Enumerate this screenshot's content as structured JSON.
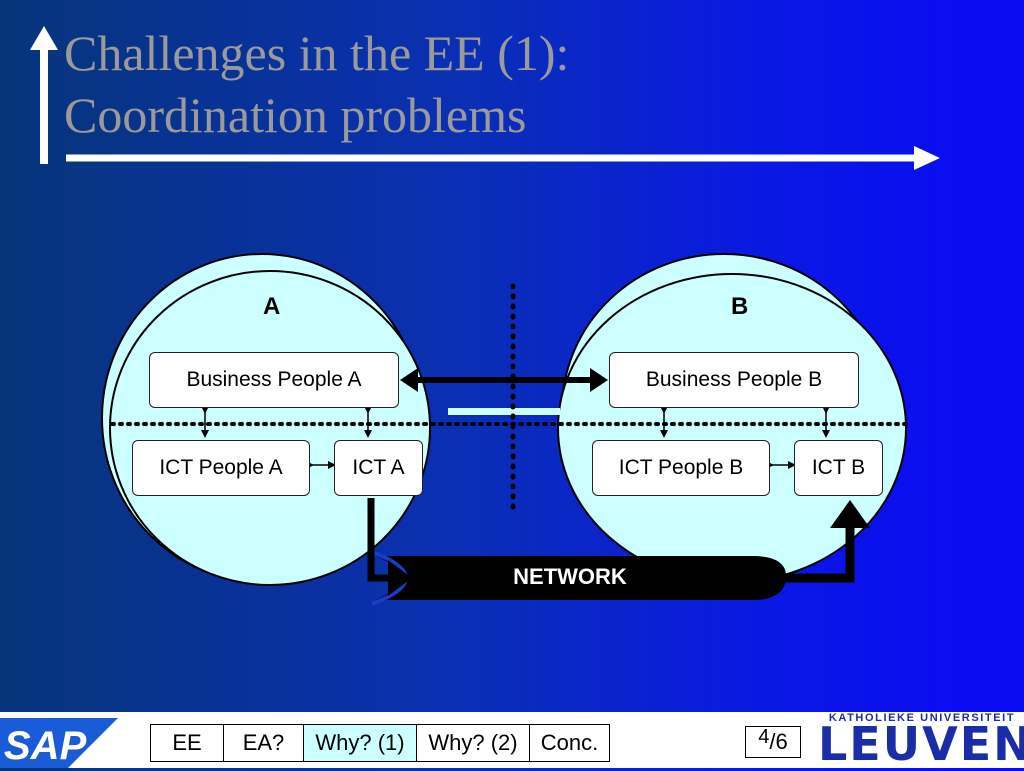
{
  "slide": {
    "title_line1": "Challenges in the EE (1):",
    "title_line2": "Coordination problems"
  },
  "diagram": {
    "circle_a_label": "A",
    "circle_b_label": "B",
    "business_a": "Business People A",
    "business_b": "Business People B",
    "ict_people_a": "ICT People A",
    "ict_a": "ICT A",
    "ict_people_b": "ICT People B",
    "ict_b": "ICT B",
    "network_label": "NETWORK",
    "colors": {
      "circle_fill": "#ccffff",
      "network_fill": "#000000",
      "arrow": "#000000"
    }
  },
  "footer": {
    "nav_items": [
      "EE",
      "EA?",
      "Why? (1)",
      "Why? (2)",
      "Conc."
    ],
    "active_index": 2,
    "page_current": "4",
    "page_total": "/6",
    "logo_sap": "SAP",
    "logo_leuven_small": "KATHOLIEKE UNIVERSITEIT",
    "logo_leuven": "LEUVEN"
  }
}
